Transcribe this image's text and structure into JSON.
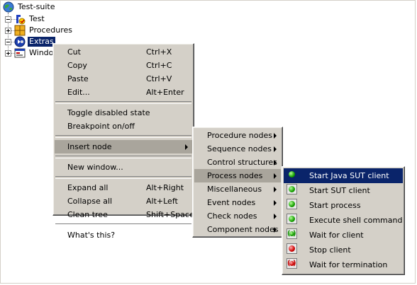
{
  "tree": {
    "root": "Test-suite",
    "nodes": [
      {
        "label": "Test",
        "expander": "minus",
        "icon": "test-icon"
      },
      {
        "label": "Procedures",
        "expander": "plus",
        "icon": "procedures-icon"
      },
      {
        "label": "Extras",
        "expander": "minus",
        "icon": "extras-icon",
        "selected": true
      },
      {
        "label": "Windows",
        "expander": "plus",
        "icon": "windows-icon"
      }
    ]
  },
  "context_menu": {
    "cut": {
      "label": "Cut",
      "shortcut": "Ctrl+X"
    },
    "copy": {
      "label": "Copy",
      "shortcut": "Ctrl+C"
    },
    "paste": {
      "label": "Paste",
      "shortcut": "Ctrl+V"
    },
    "edit": {
      "label": "Edit...",
      "shortcut": "Alt+Enter"
    },
    "toggle_disabled": {
      "label": "Toggle disabled state"
    },
    "breakpoint": {
      "label": "Breakpoint on/off"
    },
    "insert_node": {
      "label": "Insert node"
    },
    "new_window": {
      "label": "New window..."
    },
    "expand_all": {
      "label": "Expand all",
      "shortcut": "Alt+Right"
    },
    "collapse_all": {
      "label": "Collapse all",
      "shortcut": "Alt+Left"
    },
    "clean_tree": {
      "label": "Clean tree",
      "shortcut": "Shift+Space"
    },
    "whats_this": {
      "label": "What's this?"
    }
  },
  "insert_node_menu": {
    "items": [
      "Procedure nodes",
      "Sequence nodes",
      "Control structures",
      "Process nodes",
      "Miscellaneous",
      "Event nodes",
      "Check nodes",
      "Component nodes"
    ]
  },
  "process_nodes_menu": {
    "items": [
      {
        "label": "Start Java SUT client",
        "icon": "green-ball-icon"
      },
      {
        "label": "Start SUT client",
        "icon": "green-ball-icon"
      },
      {
        "label": "Start process",
        "icon": "green-ball-icon"
      },
      {
        "label": "Execute shell command",
        "icon": "green-ball-icon"
      },
      {
        "label": "Wait for client",
        "icon": "wait-green-icon"
      },
      {
        "label": "Stop client",
        "icon": "red-ball-icon"
      },
      {
        "label": "Wait for termination",
        "icon": "wait-red-icon"
      }
    ]
  },
  "colors": {
    "menu_bg": "#d4d0c8",
    "selection_blue": "#0a246a",
    "submenu_highlight": "#a9a59c"
  }
}
